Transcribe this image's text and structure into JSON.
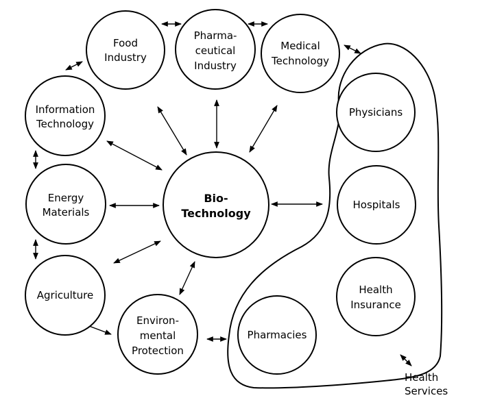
{
  "center": {
    "line1": "Bio-",
    "line2": "Technology"
  },
  "nodes": {
    "food": {
      "line1": "Food",
      "line2": "Industry"
    },
    "pharma": {
      "line1": "Pharma-",
      "line2": "ceutical",
      "line3": "Industry"
    },
    "medtech": {
      "line1": "Medical",
      "line2": "Technology"
    },
    "infotech": {
      "line1": "Information",
      "line2": "Technology"
    },
    "energy": {
      "line1": "Energy",
      "line2": "Materials"
    },
    "agriculture": {
      "line1": "Agriculture"
    },
    "environment": {
      "line1": "Environ-",
      "line2": "mental",
      "line3": "Protection"
    },
    "physicians": {
      "line1": "Physicians"
    },
    "hospitals": {
      "line1": "Hospitals"
    },
    "insurance": {
      "line1": "Health",
      "line2": "Insurance"
    },
    "pharmacies": {
      "line1": "Pharmacies"
    }
  },
  "group_label": {
    "line1": "Health",
    "line2": "Services"
  }
}
